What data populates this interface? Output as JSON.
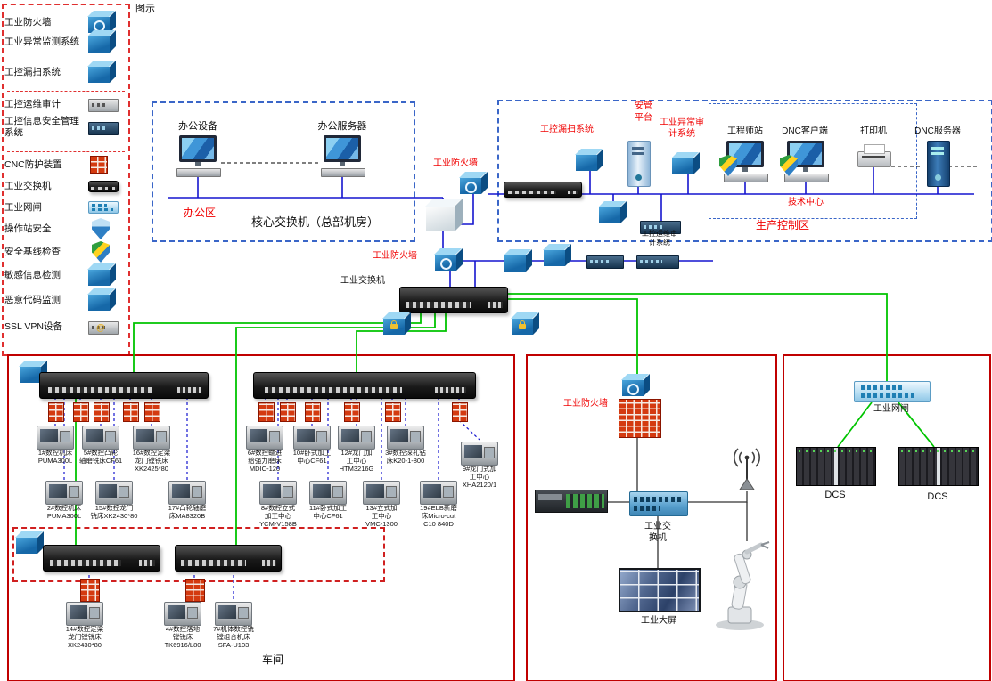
{
  "title": "图示",
  "colors": {
    "line_blue": "#1515cf",
    "line_green": "#00c400",
    "zone_red": "#c00000",
    "label_red": "#f00000"
  },
  "legend": {
    "items": [
      {
        "label": "工业防火墙"
      },
      {
        "label": "工业异常监测系统"
      },
      {
        "label": "工控漏扫系统"
      },
      {
        "label": "工控运维审计"
      },
      {
        "label": "工控信息安全管理系统"
      },
      {
        "label": "CNC防护装置"
      },
      {
        "label": "工业交换机"
      },
      {
        "label": "工业网闸"
      },
      {
        "label": "操作站安全"
      },
      {
        "label": "安全基线检查"
      },
      {
        "label": "敏感信息检测"
      },
      {
        "label": "恶意代码监测"
      },
      {
        "label": "SSL VPN设备"
      }
    ]
  },
  "office": {
    "zone": "办公区",
    "pc": "办公设备",
    "server": "办公服务器"
  },
  "core": {
    "label": "核心交换机（总部机房）"
  },
  "mid": {
    "firewall_top": "工业防火墙",
    "firewall_mid": "工业防火墙",
    "switch": "工业交换机",
    "om_audit": "工控运维审\n计系统"
  },
  "production": {
    "zone": "生产控制区",
    "tech": "技术中心",
    "scan": "工控漏扫系统",
    "platform": "安管\n平台",
    "anomaly": "工业异常审\n计系统",
    "engineer": "工程师站",
    "dnc_client": "DNC客户端",
    "printer": "打印机",
    "dnc_server": "DNC服务器"
  },
  "workshop": {
    "zone": "车间",
    "row1": [
      "1#数控机床\nPUMA300L",
      "5#数控凸轮\n轴磨铣床CF61",
      "16#数控定梁\n龙门镗铣床\nXK2425*80",
      "6#数控蠕进\n给强力磨床\nMDIC-120",
      "10#卧式加工\n中心CF61",
      "12#龙门加\n工中心\nHTM3216G",
      "3#数控深孔钻\n床K20-1-800",
      "9#龙门式加\n工中心\nXHA2120/1"
    ],
    "row2": [
      "2#数控机床\nPUMA300L",
      "15#数控龙门\n铣床XK2430*80",
      "17#凸轮轴磨\n床MA8320B",
      "8#数控立式\n加工中心\nYCM-V158B",
      "11#卧式加工\n中心CF61",
      "13#立式加\n工中心\nVMC-1300",
      "19#ELB新磨\n床Micro-cut\nC10 840D"
    ],
    "row3": [
      "14#数控定梁\n龙门镗铣床\nXK2430*80",
      "4#数控落地\n镗铣床\nTK6916/L80",
      "7#机体数控铣\n镗组合机床\nSFA-U103"
    ]
  },
  "plant": {
    "firewall": "工业防火墙",
    "switch": "工业交\n换机",
    "screen": "工业大屏"
  },
  "dcs_zone": {
    "gateway": "工业网闸",
    "dcs1": "DCS",
    "dcs2": "DCS"
  }
}
